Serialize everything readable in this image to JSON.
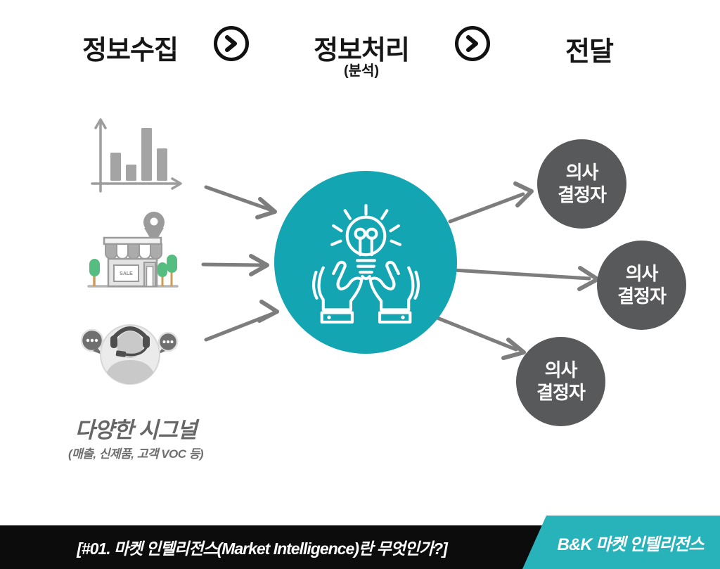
{
  "header": {
    "steps": [
      {
        "label": "정보수집"
      },
      {
        "label": "정보처리",
        "sub": "(분석)"
      },
      {
        "label": "전달"
      }
    ]
  },
  "sources": {
    "caption_title": "다양한 시그널",
    "caption_sub": "(매출, 신제품, 고객 VOC 등)",
    "store_sign": "SALE",
    "icons": [
      {
        "name": "bar-chart-icon"
      },
      {
        "name": "storefront-icon"
      },
      {
        "name": "customer-voice-icon"
      }
    ]
  },
  "center": {
    "icon": "hands-lightbulb-icon"
  },
  "recipients": [
    {
      "line1": "의사",
      "line2": "결정자"
    },
    {
      "line1": "의사",
      "line2": "결정자"
    },
    {
      "line1": "의사",
      "line2": "결정자"
    }
  ],
  "footer": {
    "title": "[#01. 마켓 인텔리전스(Market Intelligence)란 무엇인가?]",
    "brand": "B&K 마켓 인텔리전스"
  },
  "colors": {
    "teal_circle": "#14a5b3",
    "teal_footer": "#28b2ba",
    "recipient_gray": "#58595b",
    "arrow_gray": "#7d7d7d",
    "icon_gray": "#a4a4a4",
    "footer_black": "#0c0c0c"
  }
}
